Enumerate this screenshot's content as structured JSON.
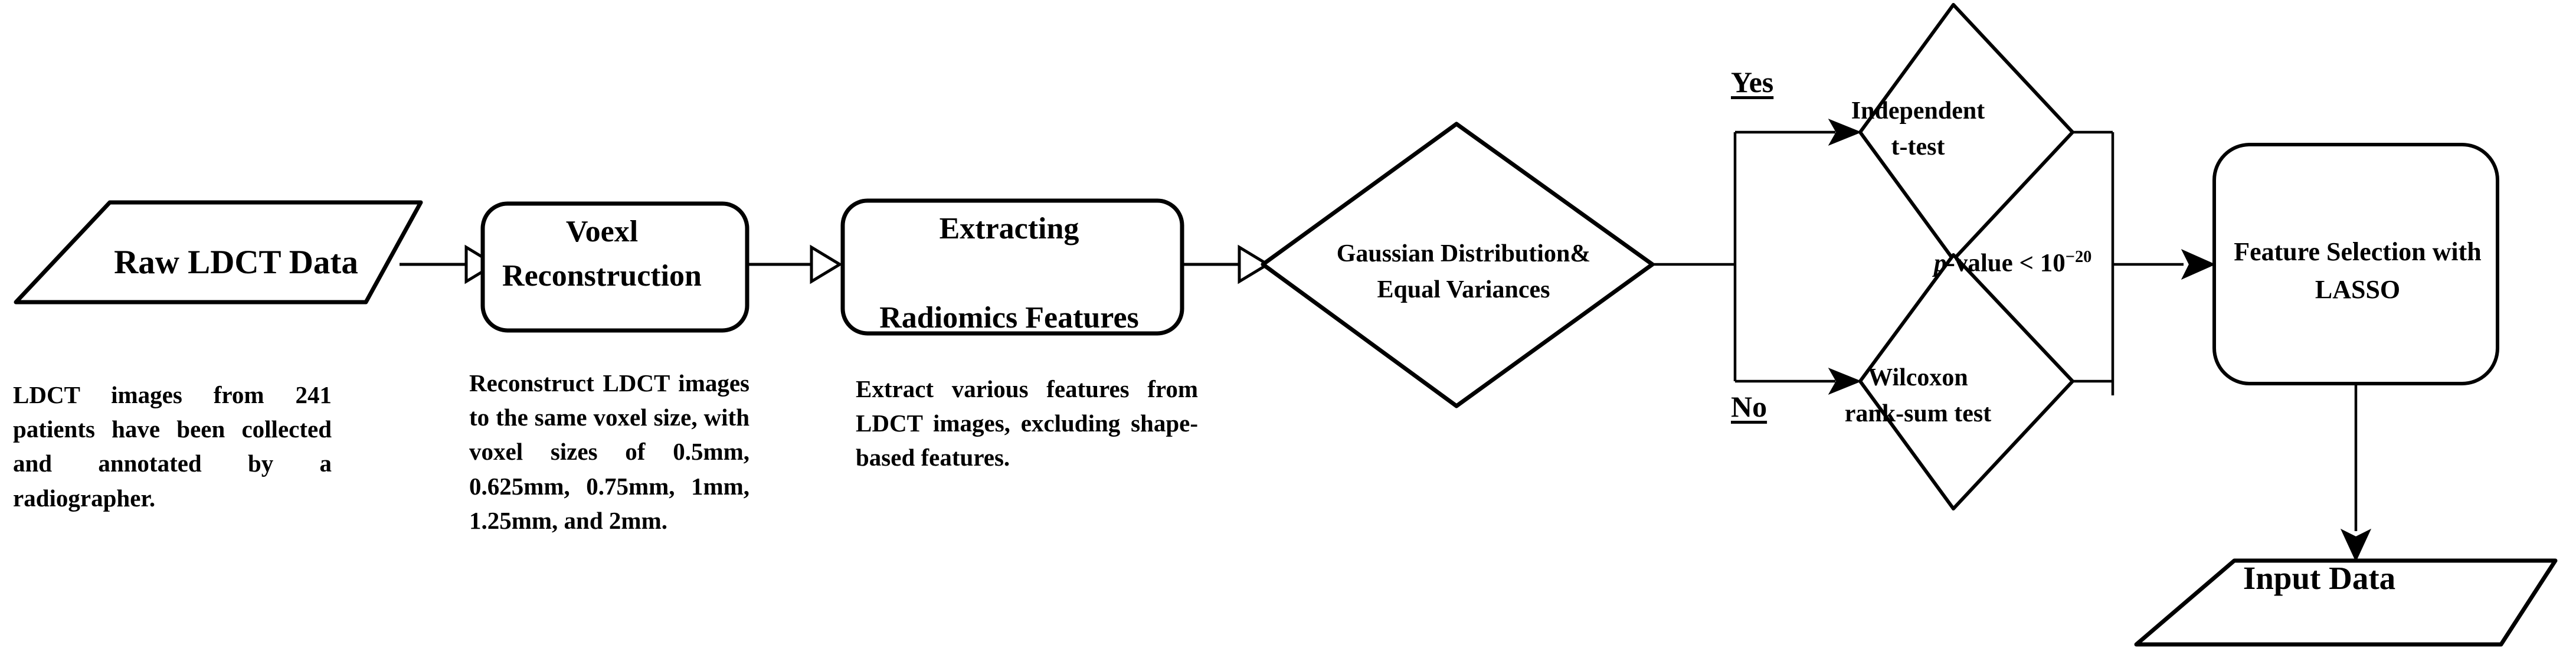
{
  "diagram": {
    "title": "LDCT Radiomics Feature Selection Pipeline",
    "background_color": "#ffffff",
    "stroke_color": "#000000"
  },
  "nodes": {
    "raw_data": {
      "label": "Raw LDCT Data",
      "shape": "parallelogram"
    },
    "voxel_reconstruction": {
      "label": "Voexl\nReconstruction",
      "shape": "rounded-rect"
    },
    "extract_features": {
      "label": "Extracting\n\nRadiomics Features",
      "shape": "rounded-rect"
    },
    "gaussian_decision": {
      "label": "Gaussian Distribution&\nEqual Variances",
      "shape": "diamond"
    },
    "independent_ttest": {
      "label": "Independent\nt-test",
      "shape": "diamond"
    },
    "wilcoxon_test": {
      "label": "Wilcoxon\nrank-sum test",
      "shape": "diamond"
    },
    "lasso_selection": {
      "label": "Feature Selection with\nLASSO",
      "shape": "rounded-rect"
    },
    "input_data": {
      "label": "Input Data",
      "shape": "parallelogram"
    }
  },
  "branch_labels": {
    "yes": "Yes",
    "no": "No"
  },
  "annotations": {
    "p_value": {
      "prefix": "p",
      "middle": "-value < 10",
      "exponent": "−20"
    }
  },
  "captions": {
    "raw_data": "LDCT images from 241 patients have been collected and annotated by a radiographer.",
    "voxel_reconstruction": "Reconstruct LDCT images to the same voxel size, with voxel sizes of 0.5mm, 0.625mm, 0.75mm, 1mm, 1.25mm, and 2mm.",
    "extract_features": "Extract various features from LDCT images, excluding shape-based features."
  },
  "edges": [
    {
      "from": "raw_data",
      "to": "voxel_reconstruction",
      "arrow": "hollow"
    },
    {
      "from": "voxel_reconstruction",
      "to": "extract_features",
      "arrow": "hollow"
    },
    {
      "from": "extract_features",
      "to": "gaussian_decision",
      "arrow": "hollow"
    },
    {
      "from": "gaussian_decision",
      "to": "independent_ttest",
      "arrow": "solid",
      "label": "Yes"
    },
    {
      "from": "gaussian_decision",
      "to": "wilcoxon_test",
      "arrow": "solid",
      "label": "No"
    },
    {
      "from": "independent_ttest",
      "to": "lasso_selection",
      "arrow": "solid"
    },
    {
      "from": "wilcoxon_test",
      "to": "lasso_selection",
      "arrow": "solid"
    },
    {
      "from": "lasso_selection",
      "to": "input_data",
      "arrow": "solid"
    }
  ]
}
